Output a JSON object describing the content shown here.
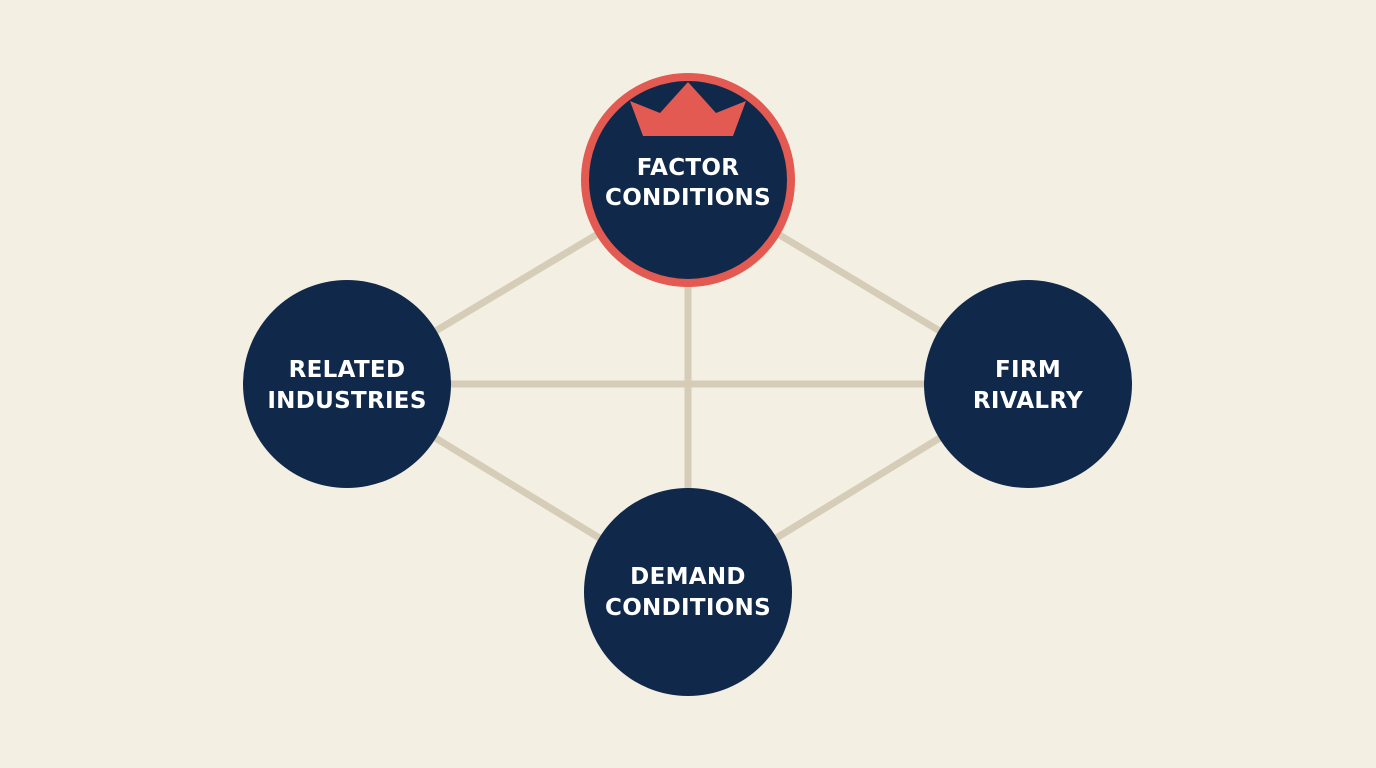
{
  "colors": {
    "background": "#f4efe3",
    "node_fill": "#10284a",
    "highlight": "#e25a51",
    "connector": "#d6cdb9",
    "label": "#ffffff"
  },
  "nodes": {
    "factor": {
      "line1": "FACTOR",
      "line2": "CONDITIONS",
      "highlighted": true,
      "icon": "crown-icon"
    },
    "related": {
      "line1": "RELATED",
      "line2": "INDUSTRIES",
      "highlighted": false
    },
    "firm": {
      "line1": "FIRM",
      "line2": "RIVALRY",
      "highlighted": false
    },
    "demand": {
      "line1": "DEMAND",
      "line2": "CONDITIONS",
      "highlighted": false
    }
  },
  "edges": [
    [
      "factor",
      "related"
    ],
    [
      "factor",
      "firm"
    ],
    [
      "factor",
      "demand"
    ],
    [
      "related",
      "firm"
    ],
    [
      "related",
      "demand"
    ],
    [
      "firm",
      "demand"
    ]
  ]
}
